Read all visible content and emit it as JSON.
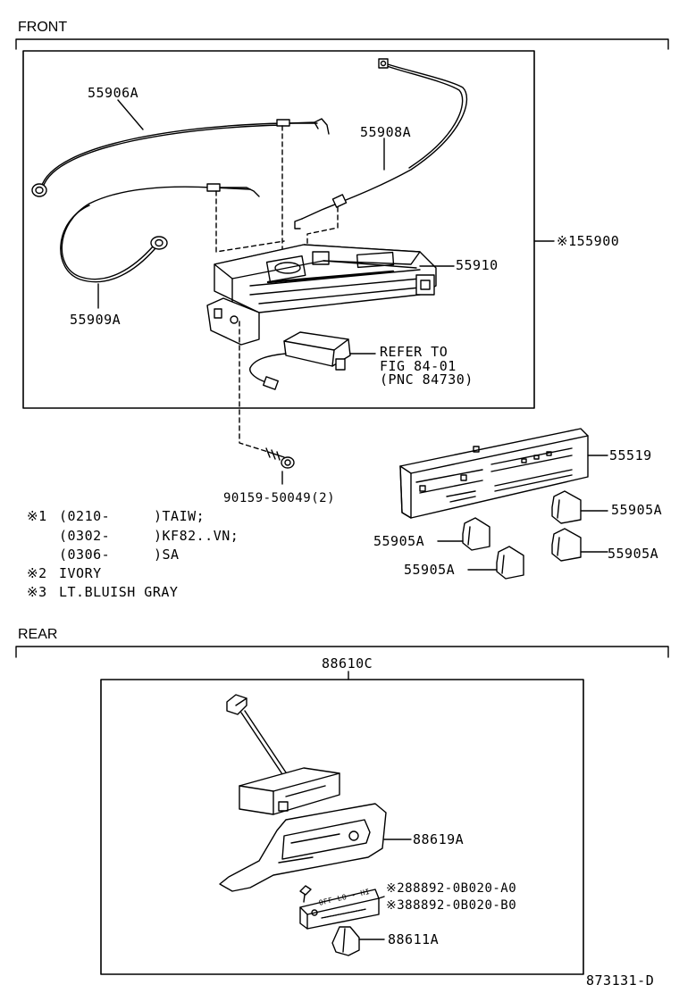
{
  "sections": {
    "front": "FRONT",
    "rear": "REAR"
  },
  "front_parts": {
    "p55906a": "55906A",
    "p55908a": "55908A",
    "p55909a": "55909A",
    "p55910": "55910",
    "p155900": "※155900",
    "refer_1": "REFER TO",
    "refer_2": "FIG 84-01",
    "refer_3": "(PNC 84730)",
    "p90159": "90159-50049(2)",
    "p55519": "55519",
    "knob_1": "55905A",
    "knob_2": "55905A",
    "knob_3": "55905A",
    "knob_4": "55905A"
  },
  "notes": [
    {
      "mark": "※1",
      "code": "(0210-",
      "value": ")TAIW;"
    },
    {
      "mark": "",
      "code": "(0302-",
      "value": ")KF82..VN;"
    },
    {
      "mark": "",
      "code": "(0306-",
      "value": ")SA"
    },
    {
      "mark": "※2",
      "code": "IVORY",
      "value": ""
    },
    {
      "mark": "※3",
      "code": "LT.BLUISH GRAY",
      "value": ""
    }
  ],
  "rear_parts": {
    "p88610c": "88610C",
    "p88619a": "88619A",
    "p88892_a0": "※288892-0B020-A0",
    "p88892_b0": "※388892-0B020-B0",
    "p88611a": "88611A",
    "plate_text": "OFF LO - HI"
  },
  "figure_id": "873131-D"
}
